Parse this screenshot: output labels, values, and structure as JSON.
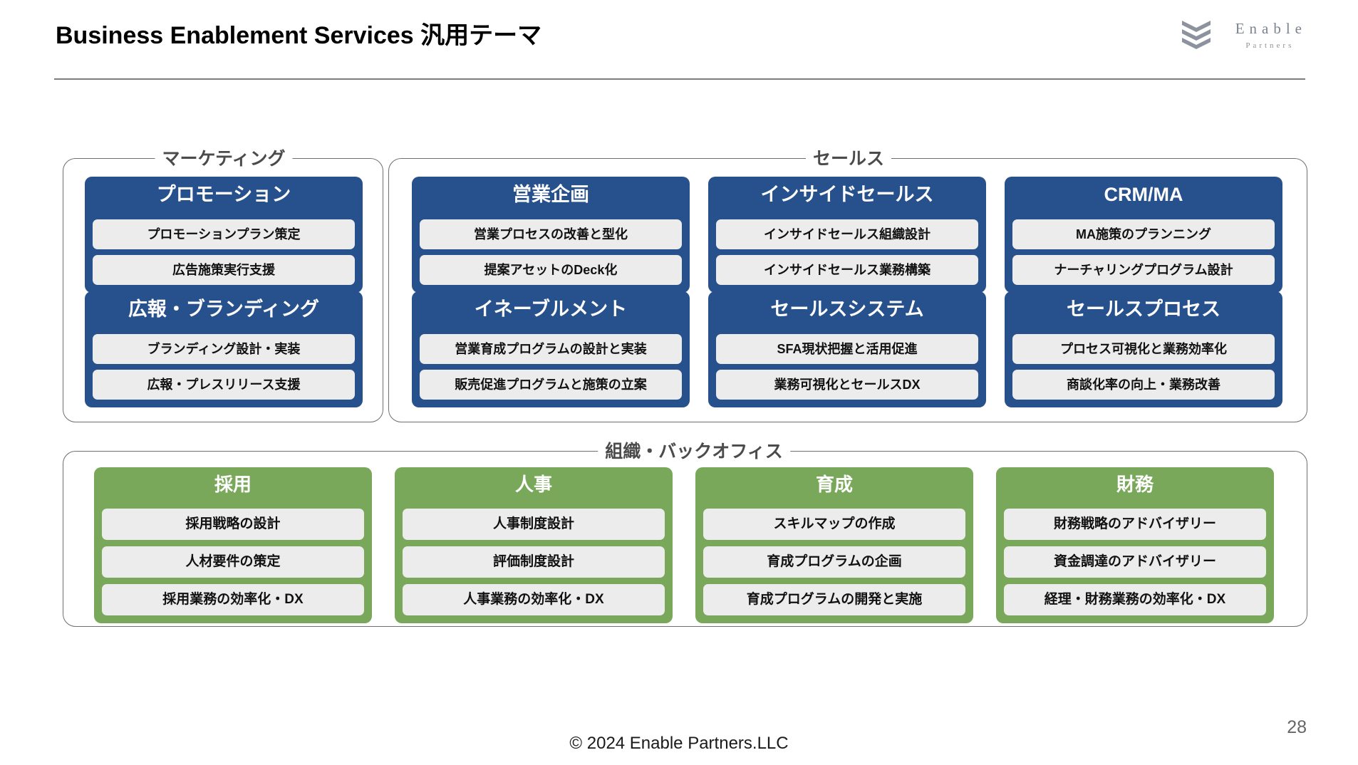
{
  "header": {
    "title": "Business Enablement Services 汎用テーマ",
    "logo": {
      "name": "Enable",
      "sub": "Partners"
    }
  },
  "groups": [
    {
      "id": "marketing",
      "label": "マーケティング",
      "accent": "#27518C",
      "cards": [
        {
          "title": "プロモーション",
          "items": [
            "プロモーションプラン策定",
            "広告施策実行支援"
          ]
        },
        {
          "title": "広報・ブランディング",
          "items": [
            "ブランディング設計・実装",
            "広報・プレスリリース支援"
          ]
        }
      ]
    },
    {
      "id": "sales",
      "label": "セールス",
      "accent": "#27518C",
      "cards": [
        {
          "title": "営業企画",
          "items": [
            "営業プロセスの改善と型化",
            "提案アセットのDeck化"
          ]
        },
        {
          "title": "インサイドセールス",
          "items": [
            "インサイドセールス組織設計",
            "インサイドセールス業務構築"
          ]
        },
        {
          "title": "CRM/MA",
          "items": [
            "MA施策のプランニング",
            "ナーチャリングプログラム設計"
          ]
        },
        {
          "title": "イネーブルメント",
          "items": [
            "営業育成プログラムの設計と実装",
            "販売促進プログラムと施策の立案"
          ]
        },
        {
          "title": "セールスシステム",
          "items": [
            "SFA現状把握と活用促進",
            "業務可視化とセールスDX"
          ]
        },
        {
          "title": "セールスプロセス",
          "items": [
            "プロセス可視化と業務効率化",
            "商談化率の向上・業務改善"
          ]
        }
      ]
    },
    {
      "id": "backoffice",
      "label": "組織・バックオフィス",
      "accent": "#7AA85B",
      "cards": [
        {
          "title": "採用",
          "items": [
            "採用戦略の設計",
            "人材要件の策定",
            "採用業務の効率化・DX"
          ]
        },
        {
          "title": "人事",
          "items": [
            "人事制度設計",
            "評価制度設計",
            "人事業務の効率化・DX"
          ]
        },
        {
          "title": "育成",
          "items": [
            "スキルマップの作成",
            "育成プログラムの企画",
            "育成プログラムの開発と実施"
          ]
        },
        {
          "title": "財務",
          "items": [
            "財務戦略のアドバイザリー",
            "資金調達のアドバイザリー",
            "経理・財務業務の効率化・DX"
          ]
        }
      ]
    }
  ],
  "footer": {
    "copyright": "© 2024 Enable Partners.LLC",
    "page_number": "28"
  }
}
